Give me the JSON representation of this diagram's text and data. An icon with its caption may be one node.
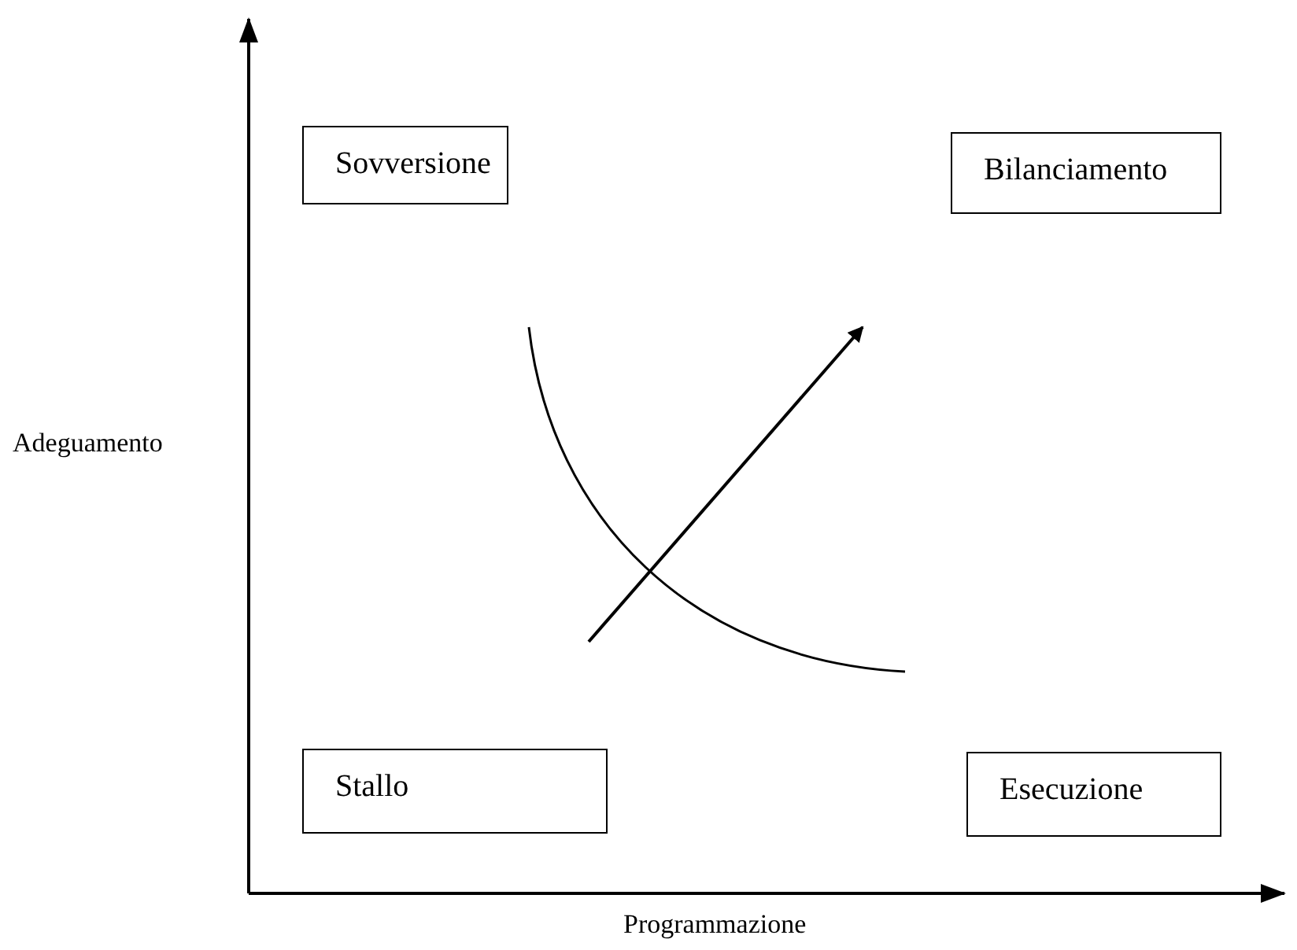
{
  "diagram": {
    "nodes": [
      {
        "text": [
          "Sovversione"
        ]
      },
      {
        "text": [
          "Bilanciamento"
        ]
      },
      {
        "text": [
          "Stallo"
        ]
      },
      {
        "text": [
          "Esecuzione"
        ]
      }
    ],
    "labels": [
      "Adeguamento",
      "Programmazione"
    ]
  }
}
